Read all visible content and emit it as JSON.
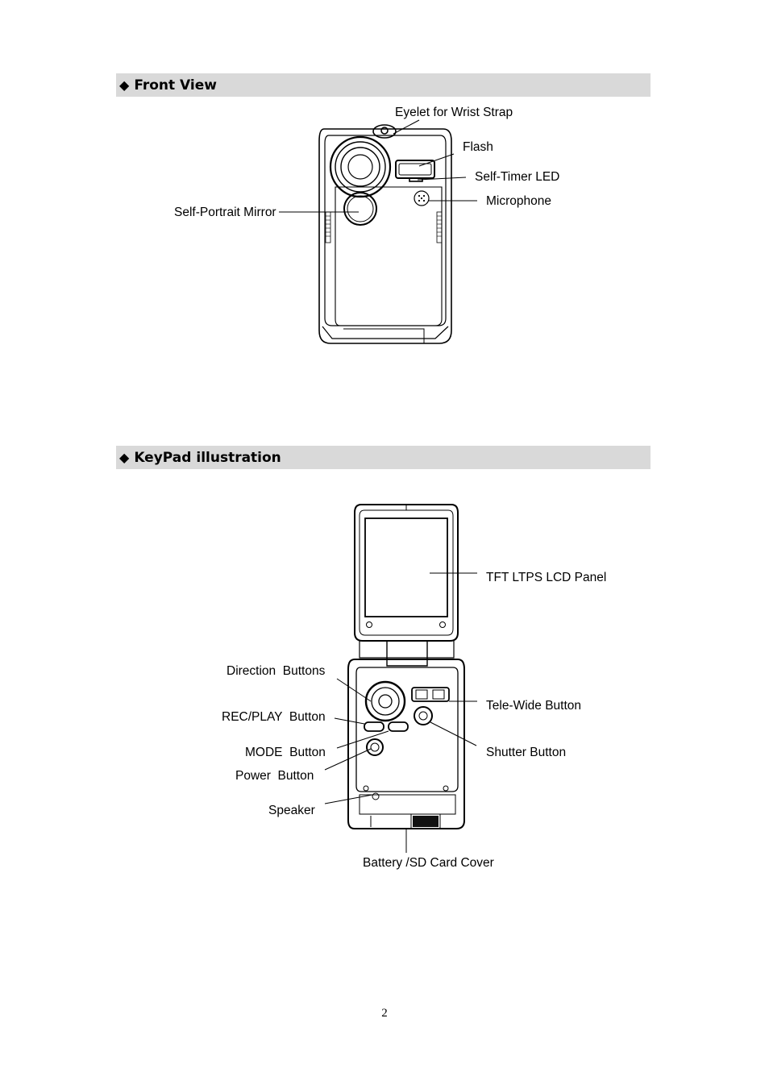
{
  "front_view": {
    "heading": "Front View",
    "labels": {
      "eyelet": "Eyelet for Wrist Strap",
      "flash": "Flash",
      "self_timer": "Self-Timer LED",
      "microphone": "Microphone",
      "mirror": "Self-Portrait Mirror"
    }
  },
  "keypad": {
    "heading": "KeyPad illustration",
    "labels": {
      "lcd": "TFT LTPS LCD Panel",
      "direction": "Direction  Buttons",
      "rec_play": "REC/PLAY  Button",
      "mode": "MODE  Button",
      "power": "Power  Button",
      "speaker": "Speaker",
      "tele_wide": "Tele-Wide Button",
      "shutter": "Shutter Button",
      "battery": "Battery /SD Card Cover"
    }
  },
  "page_number": "2"
}
